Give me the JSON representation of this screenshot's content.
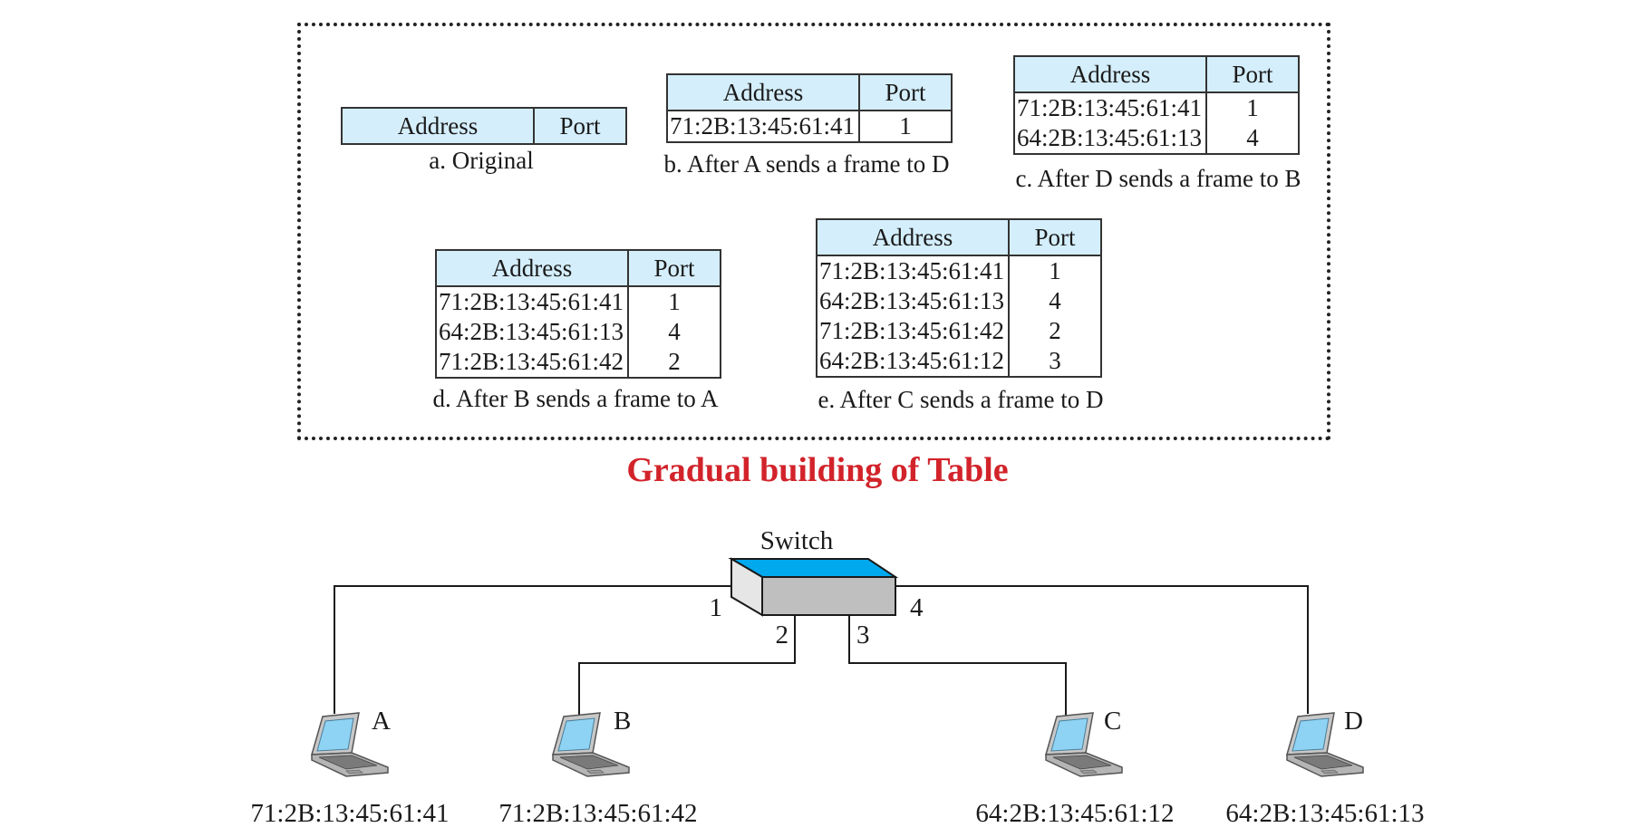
{
  "header_address": "Address",
  "header_port": "Port",
  "tables": {
    "a": {
      "caption": "a. Original",
      "rows": []
    },
    "b": {
      "caption": "b. After A sends a frame to D",
      "rows": [
        {
          "address": "71:2B:13:45:61:41",
          "port": "1"
        }
      ]
    },
    "c": {
      "caption": "c. After D sends a frame to B",
      "rows": [
        {
          "address": "71:2B:13:45:61:41",
          "port": "1"
        },
        {
          "address": "64:2B:13:45:61:13",
          "port": "4"
        }
      ]
    },
    "d": {
      "caption": "d. After B sends a frame to A",
      "rows": [
        {
          "address": "71:2B:13:45:61:41",
          "port": "1"
        },
        {
          "address": "64:2B:13:45:61:13",
          "port": "4"
        },
        {
          "address": "71:2B:13:45:61:42",
          "port": "2"
        }
      ]
    },
    "e": {
      "caption": "e. After C sends a frame to D",
      "rows": [
        {
          "address": "71:2B:13:45:61:41",
          "port": "1"
        },
        {
          "address": "64:2B:13:45:61:13",
          "port": "4"
        },
        {
          "address": "71:2B:13:45:61:42",
          "port": "2"
        },
        {
          "address": "64:2B:13:45:61:12",
          "port": "3"
        }
      ]
    }
  },
  "title": "Gradual building of Table",
  "title_color": "#d2232a",
  "network": {
    "switch_label": "Switch",
    "ports": [
      "1",
      "2",
      "3",
      "4"
    ],
    "hosts": [
      {
        "name": "A",
        "mac": "71:2B:13:45:61:41",
        "icon": "laptop-icon"
      },
      {
        "name": "B",
        "mac": "71:2B:13:45:61:42",
        "icon": "laptop-icon"
      },
      {
        "name": "C",
        "mac": "64:2B:13:45:61:12",
        "icon": "laptop-icon"
      },
      {
        "name": "D",
        "mac": "64:2B:13:45:61:13",
        "icon": "laptop-icon"
      }
    ]
  }
}
